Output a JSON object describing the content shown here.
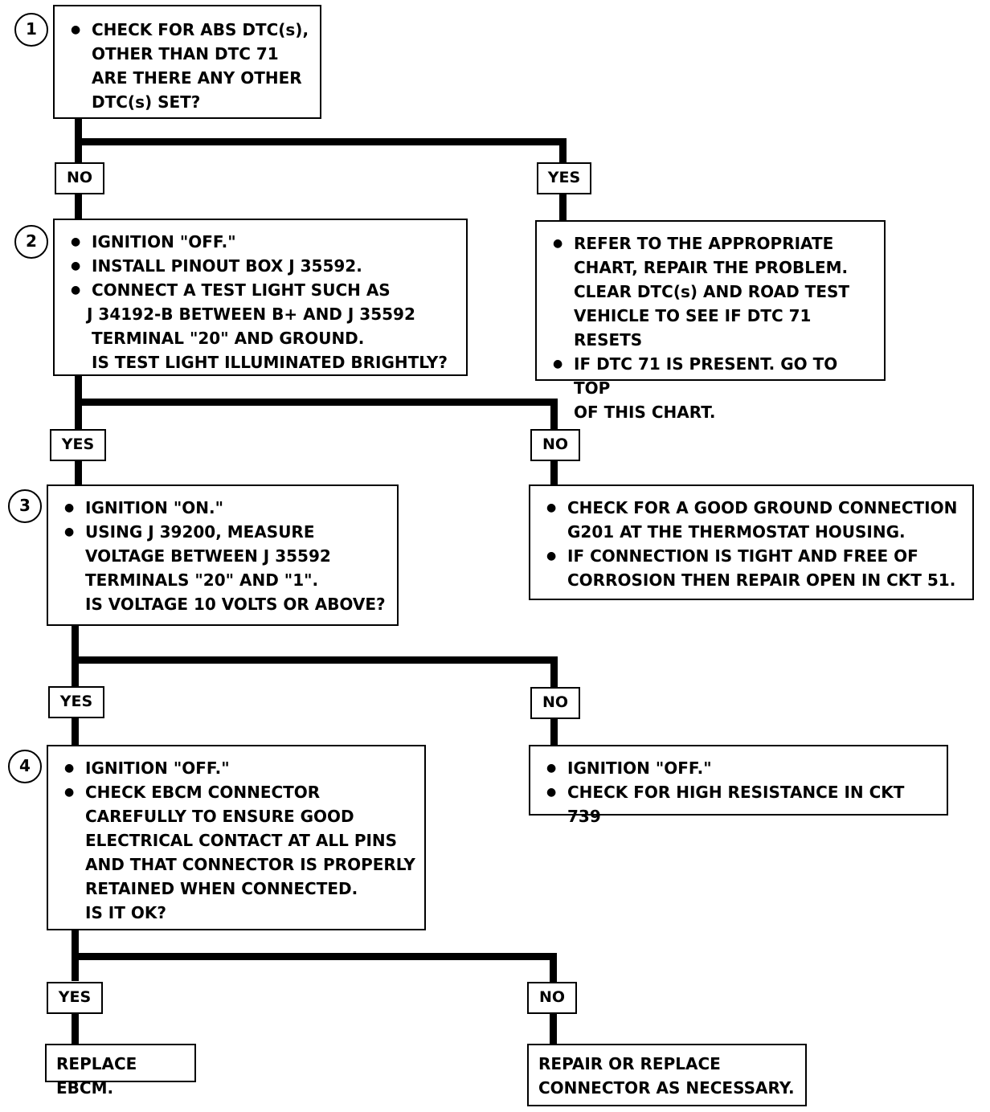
{
  "steps": {
    "s1": {
      "num": "1",
      "lines": [
        "CHECK FOR ABS DTC(s),",
        "OTHER THAN DTC 71",
        "ARE THERE ANY OTHER",
        "DTC(s) SET?"
      ]
    },
    "s2": {
      "num": "2",
      "b1": "IGNITION \"OFF.\"",
      "b2": "INSTALL PINOUT BOX J 35592.",
      "b3a": "CONNECT A TEST LIGHT SUCH AS",
      "b3b": "J 34192-B BETWEEN B+  AND J 35592",
      "b3c": "TERMINAL \"20\" AND GROUND.",
      "b3d": "IS TEST LIGHT ILLUMINATED BRIGHTLY?"
    },
    "s3": {
      "num": "3",
      "b1": "IGNITION \"ON.\"",
      "b2a": "USING J 39200, MEASURE",
      "b2b": "VOLTAGE BETWEEN J 35592",
      "b2c": "TERMINALS \"20\" AND \"1\".",
      "b2d": "IS VOLTAGE 10 VOLTS OR ABOVE?"
    },
    "s4": {
      "num": "4",
      "b1": "IGNITION \"OFF.\"",
      "b2a": "CHECK EBCM CONNECTOR",
      "b2b": "CAREFULLY TO ENSURE GOOD",
      "b2c": "ELECTRICAL CONTACT AT ALL PINS",
      "b2d": "AND THAT CONNECTOR IS PROPERLY",
      "b2e": "RETAINED WHEN CONNECTED.",
      "b2f": "IS IT OK?"
    }
  },
  "results": {
    "r1": {
      "b1a": "REFER TO THE APPROPRIATE",
      "b1b": "CHART, REPAIR THE PROBLEM.",
      "b1c": "CLEAR DTC(s) AND ROAD TEST",
      "b1d": "VEHICLE TO SEE IF DTC 71 RESETS",
      "b2a": "IF DTC 71 IS PRESENT. GO TO TOP",
      "b2b": "OF THIS CHART."
    },
    "r2": {
      "b1a": "CHECK FOR A GOOD GROUND CONNECTION",
      "b1b": "G201 AT THE THERMOSTAT HOUSING.",
      "b2a": "IF CONNECTION IS TIGHT AND FREE OF",
      "b2b": "CORROSION THEN REPAIR OPEN IN CKT 51."
    },
    "r3": {
      "b1": "IGNITION \"OFF.\"",
      "b2": "CHECK FOR HIGH RESISTANCE IN CKT 739"
    },
    "r4": {
      "text": "REPLACE EBCM."
    },
    "r5": {
      "l1": "REPAIR OR REPLACE",
      "l2": "CONNECTOR AS NECESSARY."
    }
  },
  "labels": {
    "yes": "YES",
    "no": "NO"
  }
}
